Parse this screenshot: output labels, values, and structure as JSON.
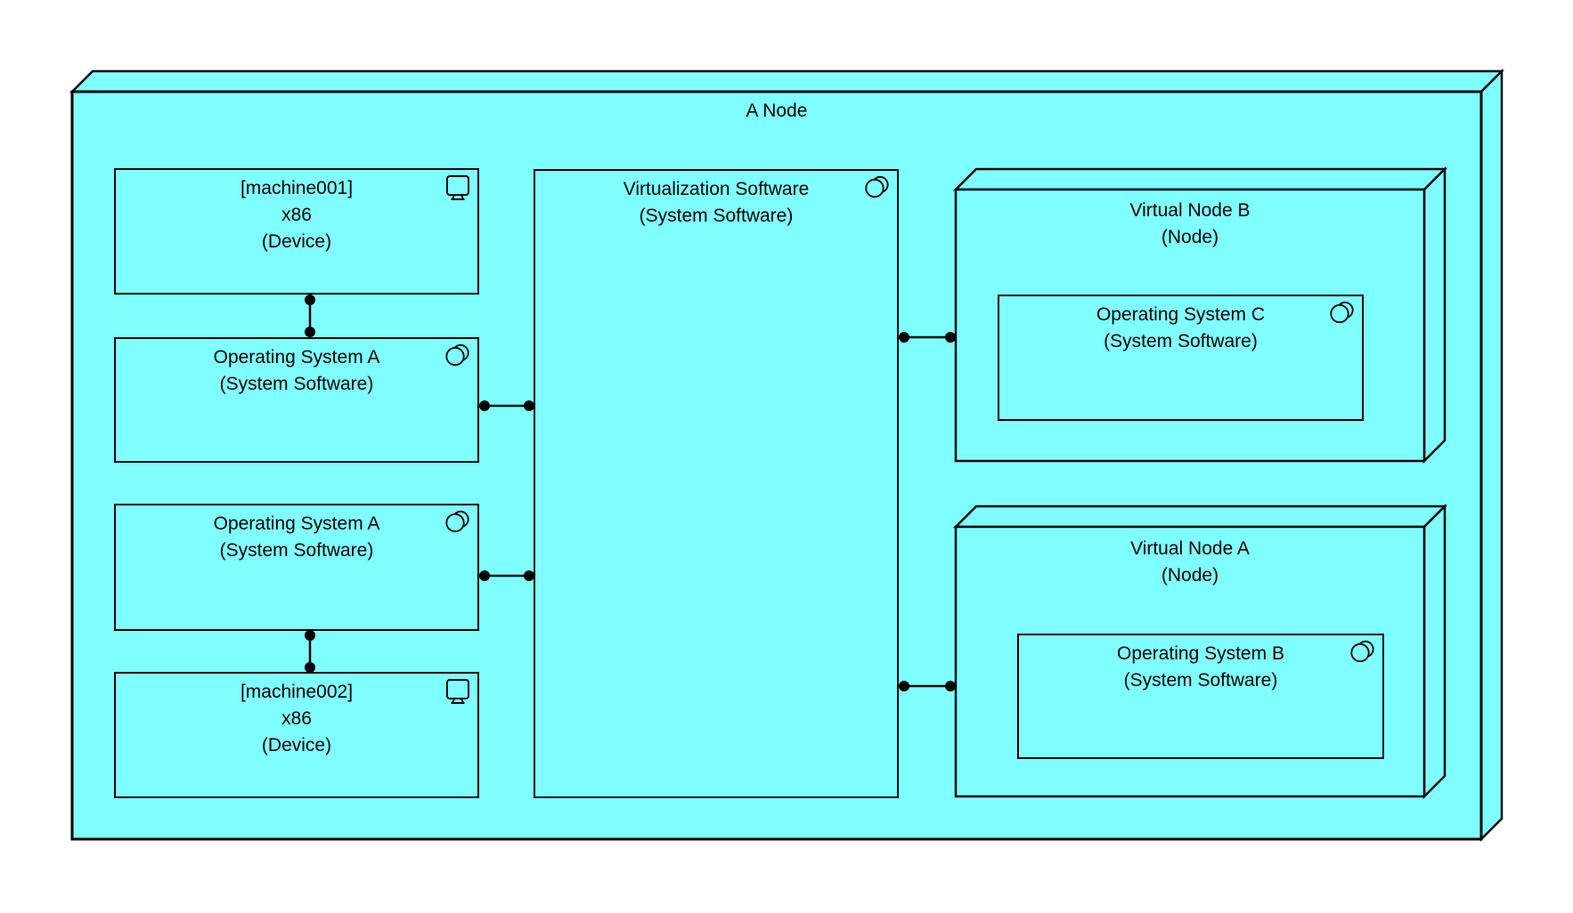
{
  "diagram_type": "UML deployment diagram",
  "colors": {
    "node_fill": "#7FFFFF",
    "stroke": "#000000",
    "text": "#000000",
    "page_background": "#FFFFFF"
  },
  "outer_node": {
    "title": "A Node",
    "shape": "node-3d"
  },
  "elements": {
    "machine001": {
      "lines": [
        "[machine001]",
        "x86",
        "(Device)"
      ],
      "icon": "device-icon",
      "shape": "rectangle"
    },
    "os_a_top": {
      "lines": [
        "Operating System A",
        "(System Software)"
      ],
      "icon": "system-software-icon",
      "shape": "rectangle"
    },
    "os_a_bottom": {
      "lines": [
        "Operating System A",
        "(System Software)"
      ],
      "icon": "system-software-icon",
      "shape": "rectangle"
    },
    "machine002": {
      "lines": [
        "[machine002]",
        "x86",
        "(Device)"
      ],
      "icon": "device-icon",
      "shape": "rectangle"
    },
    "virtualization_software": {
      "lines": [
        "Virtualization Software",
        "(System Software)"
      ],
      "icon": "system-software-icon",
      "shape": "rectangle"
    },
    "virtual_node_b": {
      "lines": [
        "Virtual Node B",
        "(Node)"
      ],
      "shape": "node-3d"
    },
    "os_c": {
      "lines": [
        "Operating System C",
        "(System Software)"
      ],
      "icon": "system-software-icon",
      "shape": "rectangle"
    },
    "virtual_node_a": {
      "lines": [
        "Virtual Node A",
        "(Node)"
      ],
      "shape": "node-3d"
    },
    "os_b": {
      "lines": [
        "Operating System B",
        "(System Software)"
      ],
      "icon": "system-software-icon",
      "shape": "rectangle"
    }
  },
  "connections": [
    {
      "from": "machine001",
      "to": "os_a_top",
      "style": "solid-line-filled-dot-ends"
    },
    {
      "from": "os_a_top",
      "to": "virtualization_software",
      "style": "solid-line-filled-dot-ends"
    },
    {
      "from": "os_a_bottom",
      "to": "virtualization_software",
      "style": "solid-line-filled-dot-ends"
    },
    {
      "from": "os_a_bottom",
      "to": "machine002",
      "style": "solid-line-filled-dot-ends"
    },
    {
      "from": "virtualization_software",
      "to": "virtual_node_b",
      "style": "solid-line-filled-dot-ends"
    },
    {
      "from": "virtualization_software",
      "to": "virtual_node_a",
      "style": "solid-line-filled-dot-ends"
    }
  ]
}
